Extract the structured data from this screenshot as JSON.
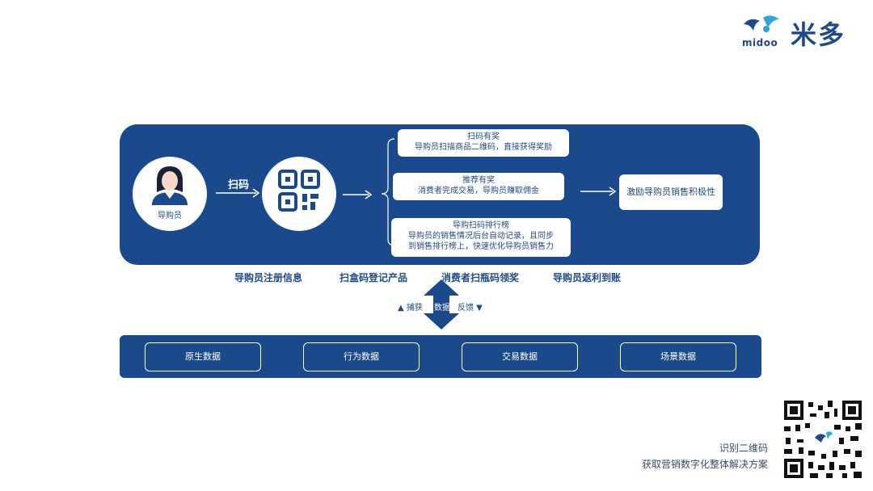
{
  "brand": {
    "name_en": "midoo",
    "name_cn": "米多"
  },
  "flow": {
    "guide_label": "导购员",
    "scan_label": "扫码",
    "rewards": [
      {
        "title": "扫码有奖",
        "desc": "导购员扫描商品二维码，直接获得奖励"
      },
      {
        "title": "推荐有奖",
        "desc": "消费者完成交易，导购员赚取佣金"
      },
      {
        "title": "导购扫码排行榜",
        "desc": "导购员的销售情况后台自动记录，且同步",
        "desc2": "到销售排行榜上，快速优化导购员销售力"
      }
    ],
    "result": "激励导购员销售积极性"
  },
  "steps": [
    "导购员注册信息",
    "扫盒码登记产品",
    "消费者扫瓶码领奖",
    "导购员返利到账"
  ],
  "exchange": {
    "capture": "捕获",
    "data": "数据",
    "feedback": "反馈"
  },
  "data_types": [
    "原生数据",
    "行为数据",
    "交易数据",
    "场景数据"
  ],
  "footer": {
    "line1": "识别二维码",
    "line2": "获取营销数字化整体解决方案"
  },
  "colors": {
    "primary": "#1a4a8c",
    "background": "#ffffff"
  },
  "icons": [
    "person-icon",
    "qr-code-icon",
    "arrow-right-icon",
    "double-arrow-icon"
  ]
}
